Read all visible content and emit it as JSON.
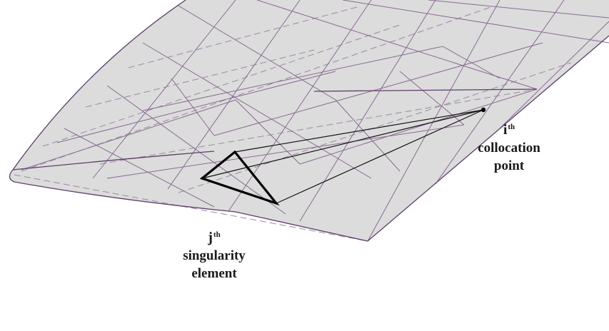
{
  "labels": {
    "collocation": {
      "symbol": "i",
      "superscript": "th",
      "line1": "collocation",
      "line2": "point"
    },
    "singularity": {
      "symbol": "j",
      "superscript": "th",
      "line1": "singularity",
      "line2": "element"
    }
  },
  "colors": {
    "wing_surface": "#dcdcdc",
    "mesh_lines": "#8a6a92",
    "mesh_dashed": "#9a8aa2",
    "edge_lines": "#5e3f6a",
    "highlight_element": "#000000",
    "influence_lines": "#111111",
    "label_text": "#1a1a1a"
  }
}
